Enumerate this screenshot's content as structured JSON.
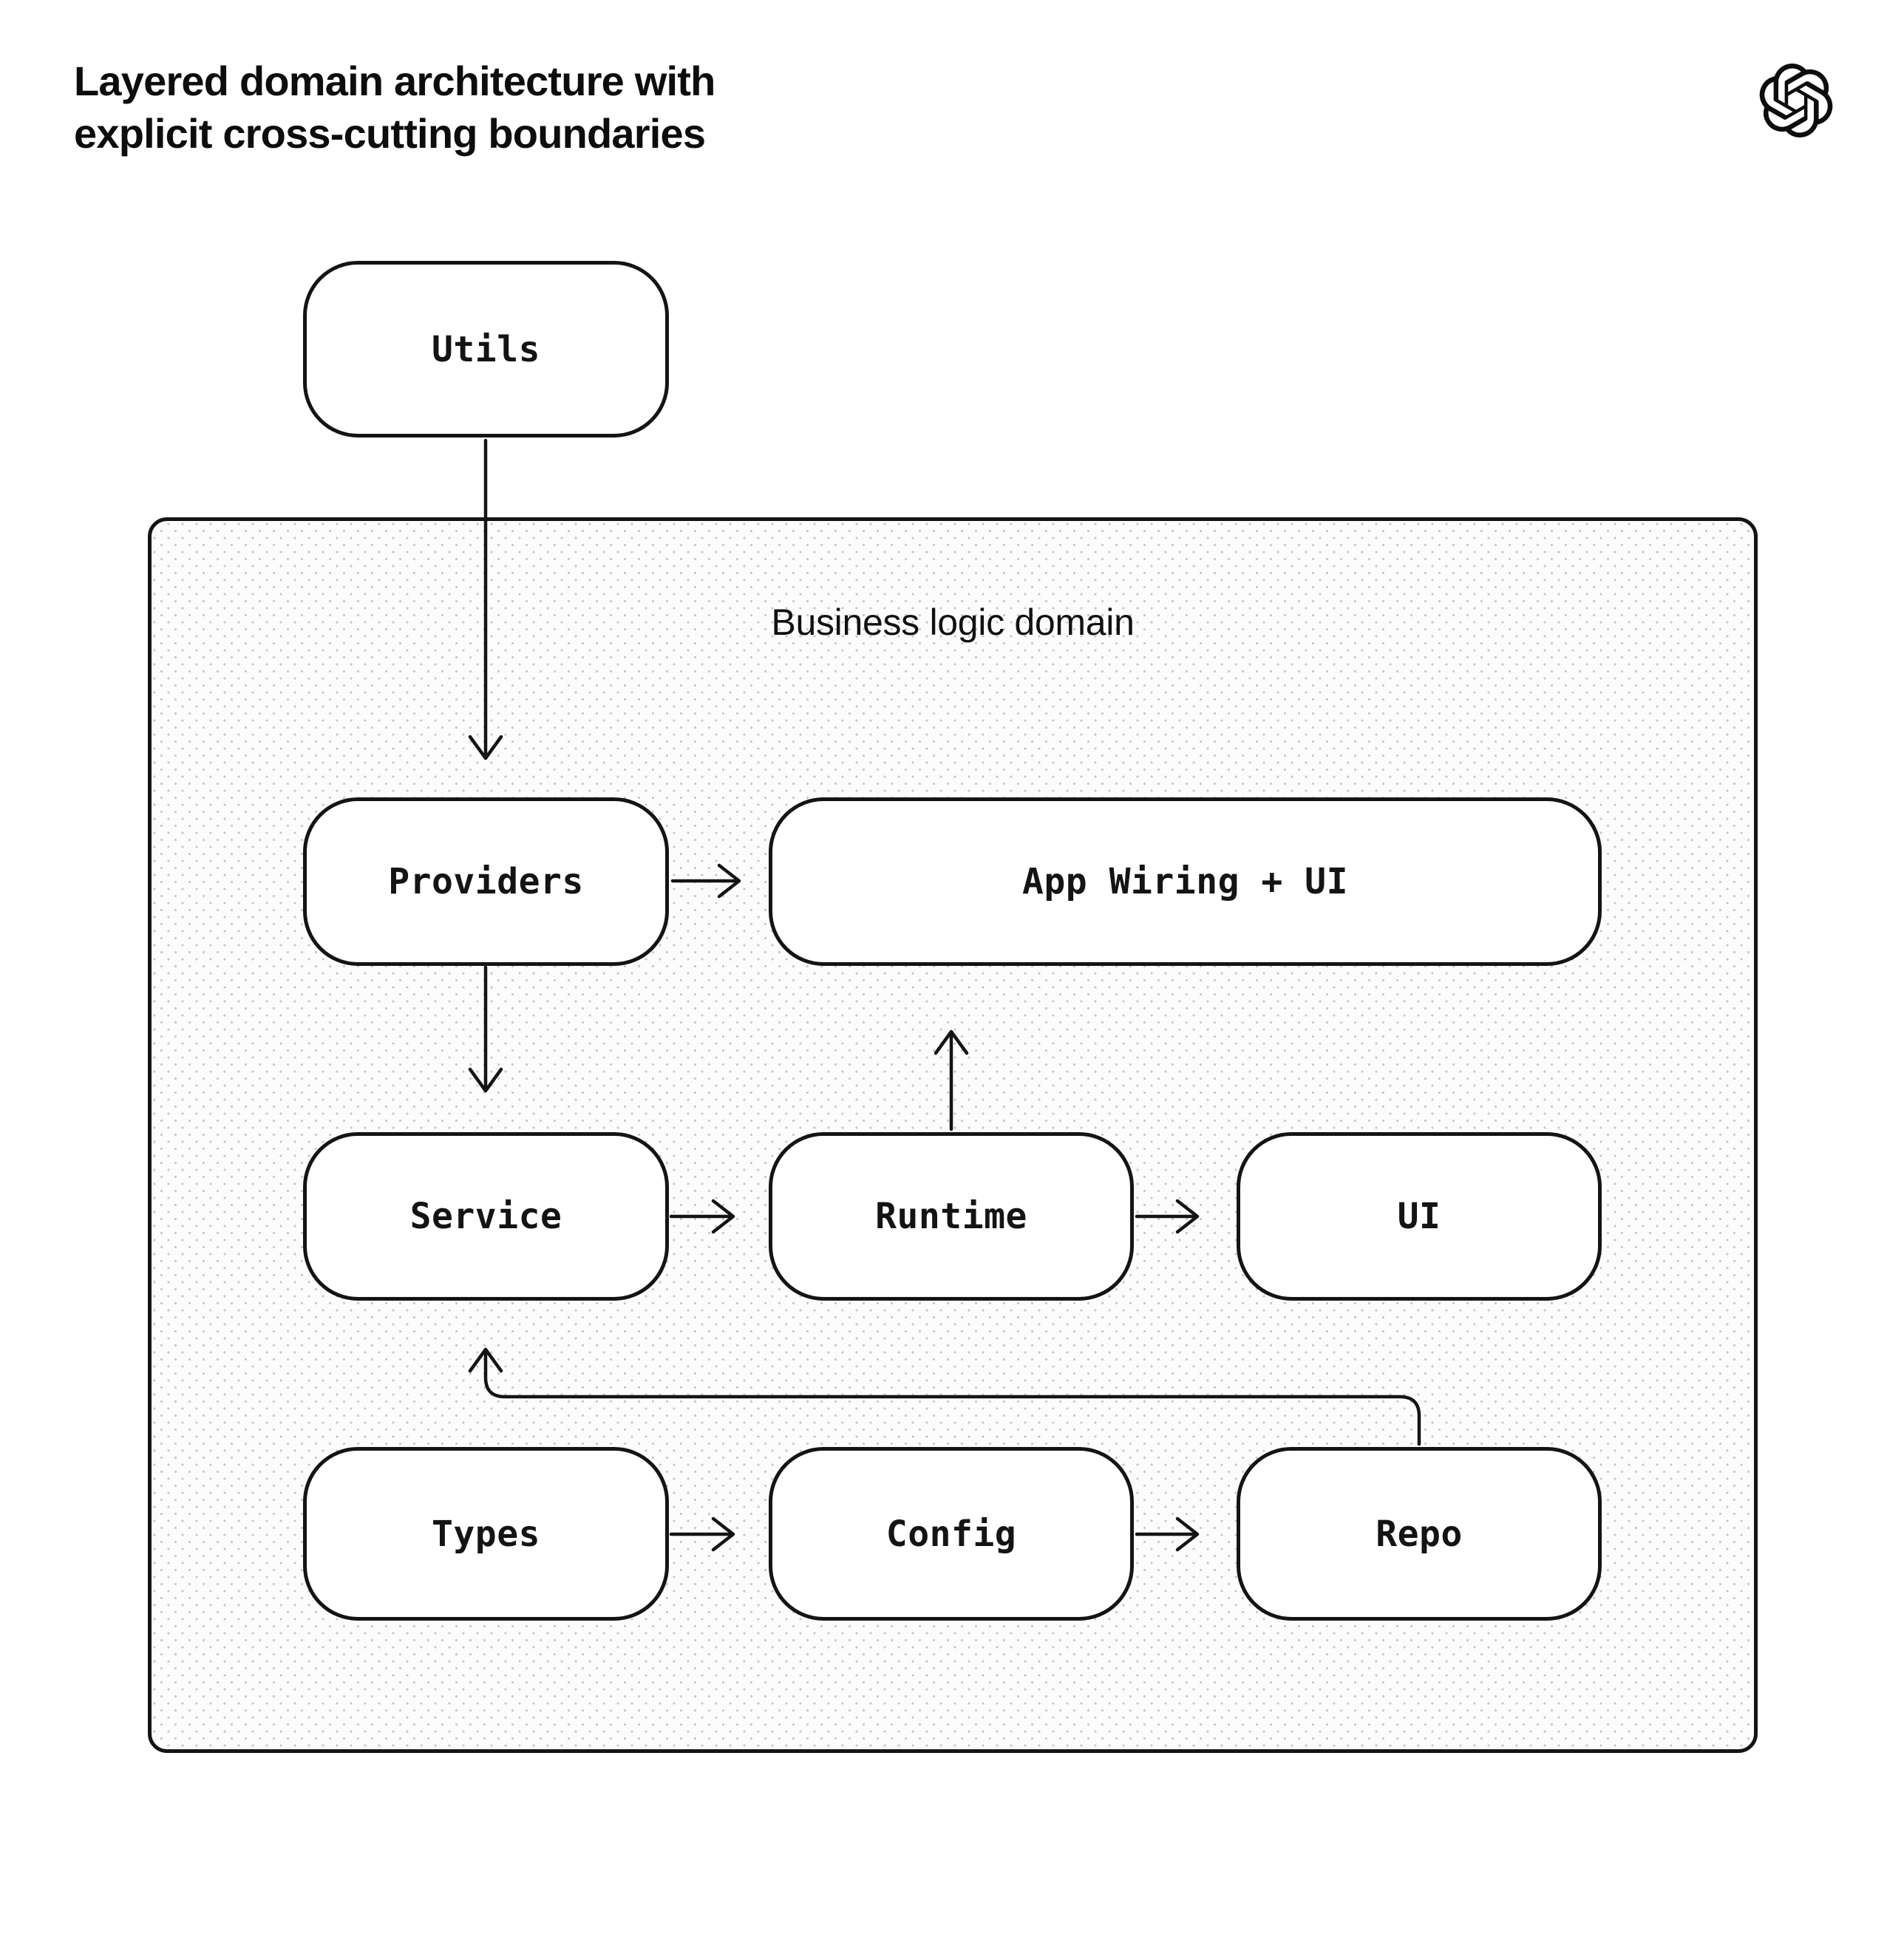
{
  "header": {
    "title_line1": "Layered domain architecture with",
    "title_line2": "explicit cross-cutting boundaries",
    "logo": "openai-logo"
  },
  "container": {
    "label": "Business logic domain"
  },
  "nodes": {
    "utils": {
      "label": "Utils"
    },
    "providers": {
      "label": "Providers"
    },
    "app_wiring": {
      "label": "App Wiring + UI"
    },
    "service": {
      "label": "Service"
    },
    "runtime": {
      "label": "Runtime"
    },
    "ui": {
      "label": "UI"
    },
    "types": {
      "label": "Types"
    },
    "config": {
      "label": "Config"
    },
    "repo": {
      "label": "Repo"
    }
  },
  "edges": [
    {
      "from": "Utils",
      "to": "Providers"
    },
    {
      "from": "Providers",
      "to": "App Wiring + UI"
    },
    {
      "from": "Providers",
      "to": "Service"
    },
    {
      "from": "Service",
      "to": "Runtime"
    },
    {
      "from": "Runtime",
      "to": "App Wiring + UI"
    },
    {
      "from": "Runtime",
      "to": "UI"
    },
    {
      "from": "Types",
      "to": "Config"
    },
    {
      "from": "Config",
      "to": "Repo"
    },
    {
      "from": "Repo",
      "to": "Service"
    }
  ],
  "colors": {
    "background": "#ffffff",
    "ink": "#141414",
    "title": "#0d0d0d",
    "domain_fill": "#fcfcfc",
    "domain_dots": "#c7c7c7",
    "node_fill": "#ffffff"
  }
}
